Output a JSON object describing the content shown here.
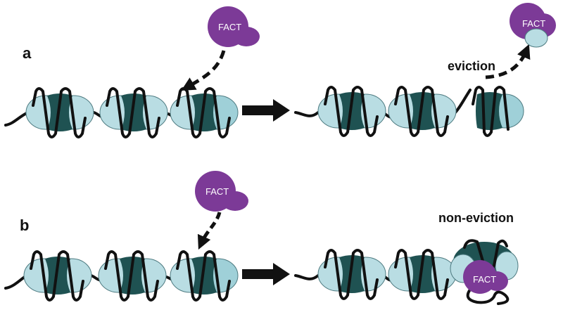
{
  "panels": [
    {
      "id": "a",
      "label": "a",
      "outcome_label": "eviction",
      "factor_label": "FACT",
      "colors": {
        "core": "#1f5252",
        "dimer": "#b9dde3",
        "dna": "#111111",
        "fact": "#7c3a97"
      }
    },
    {
      "id": "b",
      "label": "b",
      "outcome_label": "non-eviction",
      "factor_label": "FACT",
      "colors": {
        "core": "#1f5252",
        "dimer": "#b9dde3",
        "dna": "#111111",
        "fact": "#7c3a97"
      }
    }
  ]
}
